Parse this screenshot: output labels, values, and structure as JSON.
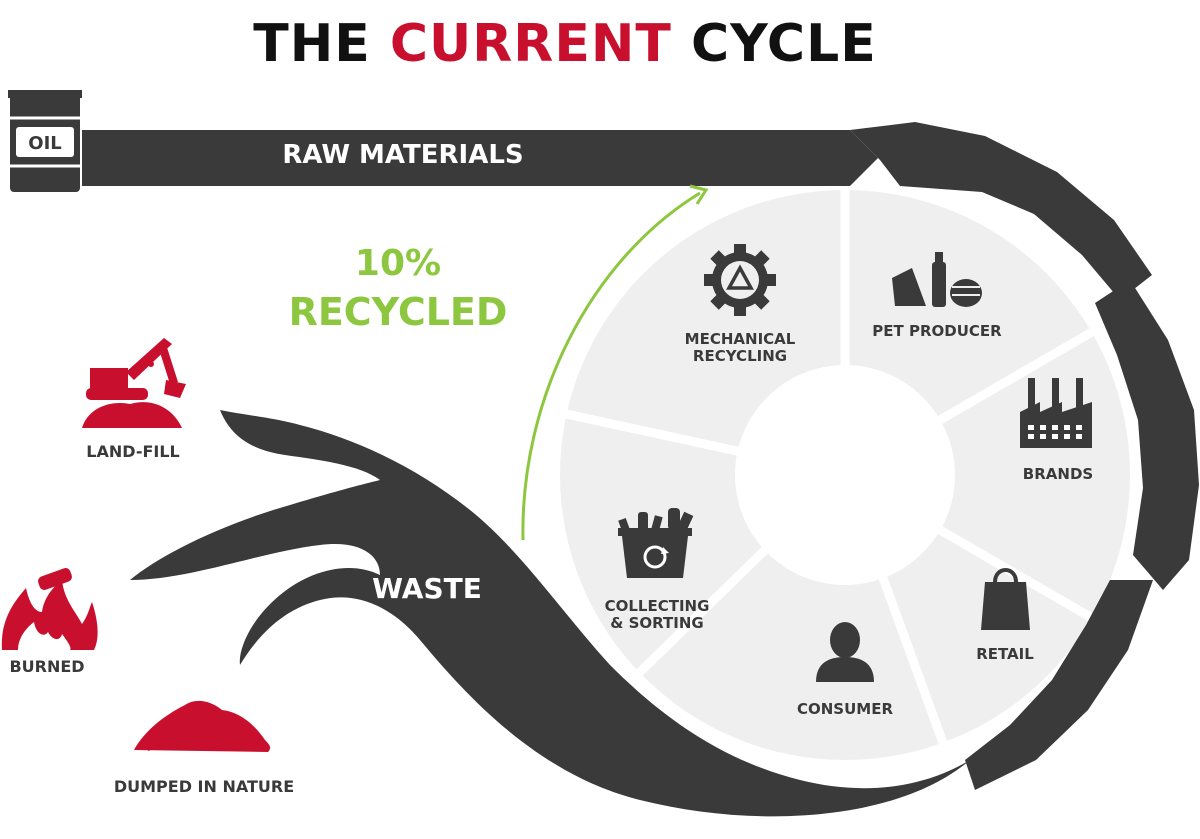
{
  "title": {
    "part1": "THE ",
    "accent": "CURRENT",
    "part2": " CYCLE"
  },
  "colors": {
    "dark": "#3a3a3a",
    "accent_red": "#c8102e",
    "recycled_green": "#8dc63f",
    "wheel": "#efefef"
  },
  "source": {
    "icon": "oil-barrel-icon",
    "label": "OIL"
  },
  "flows": {
    "raw_materials": "RAW MATERIALS",
    "waste": "WASTE"
  },
  "recycled": {
    "percent": "10%",
    "label": "RECYCLED"
  },
  "wheel": {
    "mechanical_recycling": {
      "line1": "MECHANICAL",
      "line2": "RECYCLING",
      "icon": "recycle-gear-icon"
    },
    "pet_producer": {
      "label": "PET PRODUCER",
      "icon": "pet-production-icon"
    },
    "brands": {
      "label": "BRANDS",
      "icon": "factory-icon"
    },
    "retail": {
      "label": "RETAIL",
      "icon": "shopping-bag-icon"
    },
    "consumer": {
      "label": "CONSUMER",
      "icon": "person-icon"
    },
    "collecting_sorting": {
      "line1": "COLLECTING",
      "line2": "& SORTING",
      "icon": "collection-bin-icon"
    }
  },
  "outcomes": {
    "landfill": {
      "label": "LAND-FILL",
      "icon": "excavator-icon"
    },
    "burned": {
      "label": "BURNED",
      "icon": "fire-icon"
    },
    "dumped": {
      "label": "DUMPED IN NATURE",
      "icon": "waste-pile-icon"
    }
  }
}
